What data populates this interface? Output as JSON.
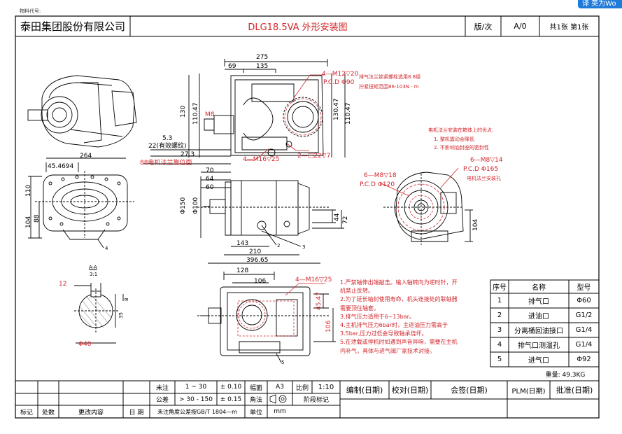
{
  "header": {
    "material_code_label": "物料代号:",
    "company": "泰田集团股份有限公司",
    "drawing_title": "DLG18.5VA 外形安装图",
    "version_label": "版/次",
    "version_value": "A/0",
    "sheet_info": "共1张 第1张"
  },
  "overlay_button": {
    "label": "译 英为Wo"
  },
  "dimensions_top_view": {
    "d275": "275",
    "d69": "69",
    "d135": "135",
    "d130": "130",
    "d110_47_left": "110.47",
    "d130_47": "130.47",
    "d110_47_right": "110.47",
    "m8": "M8",
    "d5_3": "5.3",
    "d22": "22(有效螺纹)",
    "d27_3": "27.3",
    "d88": "88电机法兰靠位面",
    "m12": "4—M12▽20",
    "pcd90": "P.C.D Φ90",
    "m16_25": "4—M16▽25",
    "m22": "2—□22▽7",
    "note_bolt_1": "排气法兰锁紧螺栓选用8.8级",
    "note_bolt_2": "拧紧扭矩范围86-103N · m"
  },
  "dimensions_front_left": {
    "d264": "264",
    "d45": "45.4694",
    "d110": "110",
    "d104": "104",
    "d88": "88",
    "c4": "4"
  },
  "dimensions_side_view": {
    "d70": "70",
    "d64": "64",
    "d60": "60",
    "d150": "Φ150",
    "d100": "Φ100",
    "d143": "143",
    "d210": "210",
    "d396": "396.65",
    "d44": "44",
    "d72": "72",
    "c2": "2",
    "c3": "3"
  },
  "dimensions_right_view": {
    "m8_18": "6—M8▽18",
    "pcd120": "P.C.D Φ120",
    "m8_14": "6—M8▽14",
    "pcd165": "P.C.D Φ165",
    "motor_hole": "电机法兰安装孔",
    "d104": "104",
    "adv_title": "电机法兰安装在箱体上的优点:",
    "adv_1": "1. 整机震动会降低",
    "adv_2": "2. 不影响油封座的密封性"
  },
  "section_aa": {
    "title": "A-A",
    "scale": "3:1",
    "d12": "12",
    "d35": "35",
    "d8": "8",
    "d40": "Φ40"
  },
  "dimensions_bottom_view": {
    "d128": "128",
    "d106": "106",
    "m16": "4—M16▽25",
    "d45_47": "45.47",
    "d106_v": "106",
    "c5": "5"
  },
  "notes": [
    "1.严禁轴伸出端敲击。输入轴转向为逆时针，开",
    "机禁止反转。",
    "2.为了延长轴封使用寿命，机头连接处的联轴器",
    "需要顶住轴套。",
    "3.排气压力适用于6~13bar。",
    "4.主机排气压力6bar时，主进油压力需高于",
    "3.5bar,压力过低会导致轴承烧坏。",
    "5.在泄载或停机时如遇到声音异响，需要在主机",
    "内补气，具体与进气阀厂家技术对接。"
  ],
  "parts_table": {
    "headers": [
      "序号",
      "名称",
      "型号"
    ],
    "rows": [
      [
        "1",
        "排气口",
        "Φ60"
      ],
      [
        "2",
        "进油口",
        "G1/2"
      ],
      [
        "3",
        "分离桶回油接口",
        "G1/4"
      ],
      [
        "4",
        "排气口测温孔",
        "G1/4"
      ],
      [
        "5",
        "进气口",
        "Φ92"
      ]
    ],
    "weight": "重量: 49.3KG"
  },
  "title_block": {
    "tol_label1": "未注",
    "tol_label2": "公差",
    "range1": "1 ~ 30",
    "range2": "> 30 - 150",
    "tol1": "± 0.10",
    "tol2": "± 0.15",
    "format_label": "幅面",
    "format_value": "A3",
    "scale_label": "比例",
    "scale_value": "1:10",
    "proj_label": "角法",
    "stage_label": "阶段标记",
    "unit_label": "单位",
    "unit_value": "mm",
    "angle_tol": "未注角度公差按GB/T 1804—m",
    "col_mark": "标记",
    "col_count": "处数",
    "col_change": "更改内容",
    "col_date": "日 期",
    "edit": "编制(日期)",
    "check": "校对(日期)",
    "countersign": "会签(日期)",
    "plm": "PLM(日期)",
    "approve": "批准(日期)"
  }
}
